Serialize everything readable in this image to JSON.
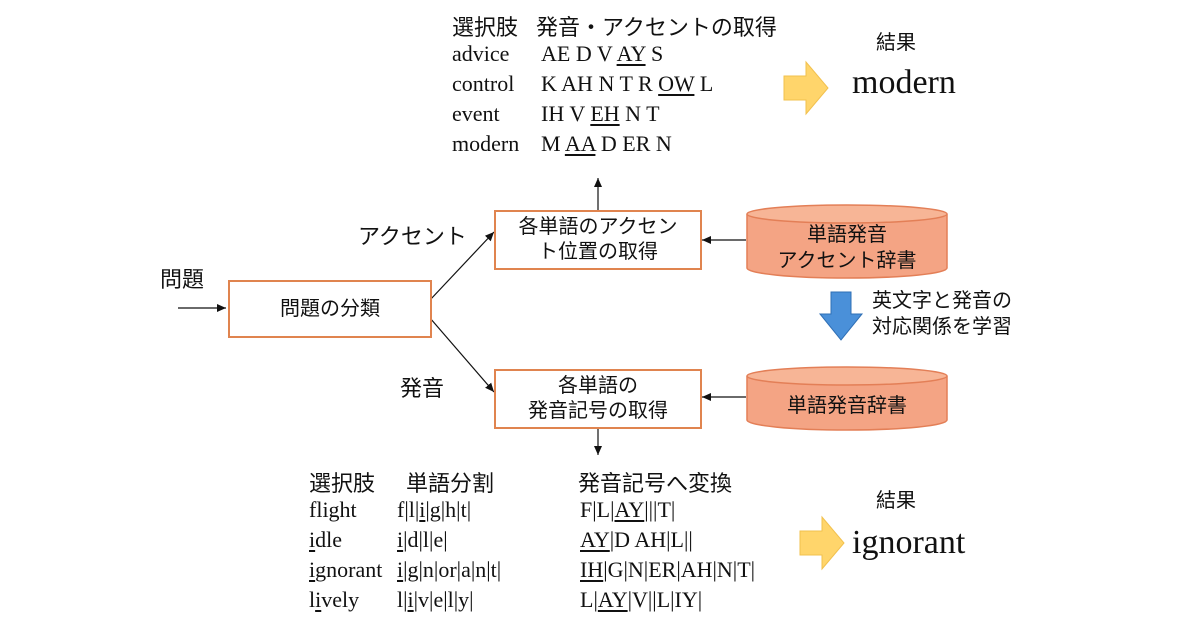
{
  "input_label": "問題",
  "classify_box": "問題の分類",
  "branch_accent": "アクセント",
  "branch_pron": "発音",
  "accent_box": [
    "各単語のアクセン",
    "ト位置の取得"
  ],
  "pron_box": [
    "各単語の",
    "発音記号の取得"
  ],
  "db_accent": [
    "単語発音",
    "アクセント辞書"
  ],
  "db_pron": "単語発音辞書",
  "learn_note": [
    "英文字と発音の",
    "対応関係を学習"
  ],
  "top": {
    "header_choice": "選択肢",
    "header_pron": "発音・アクセントの取得",
    "rows": [
      {
        "word": "advice",
        "pron": [
          {
            "t": "AE D V "
          },
          {
            "t": "AY",
            "u": true
          },
          {
            "t": " S"
          }
        ]
      },
      {
        "word": "control",
        "pron": [
          {
            "t": "K AH N T R "
          },
          {
            "t": "OW",
            "u": true
          },
          {
            "t": " L"
          }
        ]
      },
      {
        "word": "event",
        "pron": [
          {
            "t": "IH V "
          },
          {
            "t": "EH",
            "u": true
          },
          {
            "t": " N T"
          }
        ]
      },
      {
        "word": "modern",
        "pron": [
          {
            "t": "M "
          },
          {
            "t": "AA",
            "u": true
          },
          {
            "t": " D ER N"
          }
        ]
      }
    ],
    "result_label": "結果",
    "result_word": "modern"
  },
  "bottom": {
    "header_choice": "選択肢",
    "header_split": "単語分割",
    "header_convert": "発音記号へ変換",
    "rows": [
      {
        "word": [
          {
            "t": "flight"
          }
        ],
        "split": [
          {
            "t": "f|l|"
          },
          {
            "t": "i",
            "u": true
          },
          {
            "t": "|g|h|t|"
          }
        ],
        "conv": [
          {
            "t": "F|L|"
          },
          {
            "t": "AY",
            "u": true
          },
          {
            "t": "|||T|"
          }
        ]
      },
      {
        "word": [
          {
            "t": "i",
            "u": true
          },
          {
            "t": "dle"
          }
        ],
        "split": [
          {
            "t": "i",
            "u": true
          },
          {
            "t": "|d|l|e|"
          }
        ],
        "conv": [
          {
            "t": "AY",
            "u": true
          },
          {
            "t": "|D AH|L||"
          }
        ]
      },
      {
        "word": [
          {
            "t": "i",
            "u": true
          },
          {
            "t": "gnorant"
          }
        ],
        "split": [
          {
            "t": "i",
            "u": true
          },
          {
            "t": "|g|n|or|a|n|t|"
          }
        ],
        "conv": [
          {
            "t": "IH",
            "u": true
          },
          {
            "t": "|G|N|ER|AH|N|T|"
          }
        ]
      },
      {
        "word": [
          {
            "t": "l"
          },
          {
            "t": "i",
            "u": true
          },
          {
            "t": "vely"
          }
        ],
        "split": [
          {
            "t": "l|"
          },
          {
            "t": "i",
            "u": true
          },
          {
            "t": "|v|e|l|y|"
          }
        ],
        "conv": [
          {
            "t": "L|"
          },
          {
            "t": "AY",
            "u": true
          },
          {
            "t": "|V||L|IY|"
          }
        ]
      }
    ],
    "result_label": "結果",
    "result_word": "ignorant"
  },
  "colors": {
    "box_border": "#e0844f",
    "db_fill": "#f4a484",
    "db_stroke": "#e37f57",
    "arrow_yellow": "#ffd56b",
    "arrow_blue": "#4a90d9"
  }
}
